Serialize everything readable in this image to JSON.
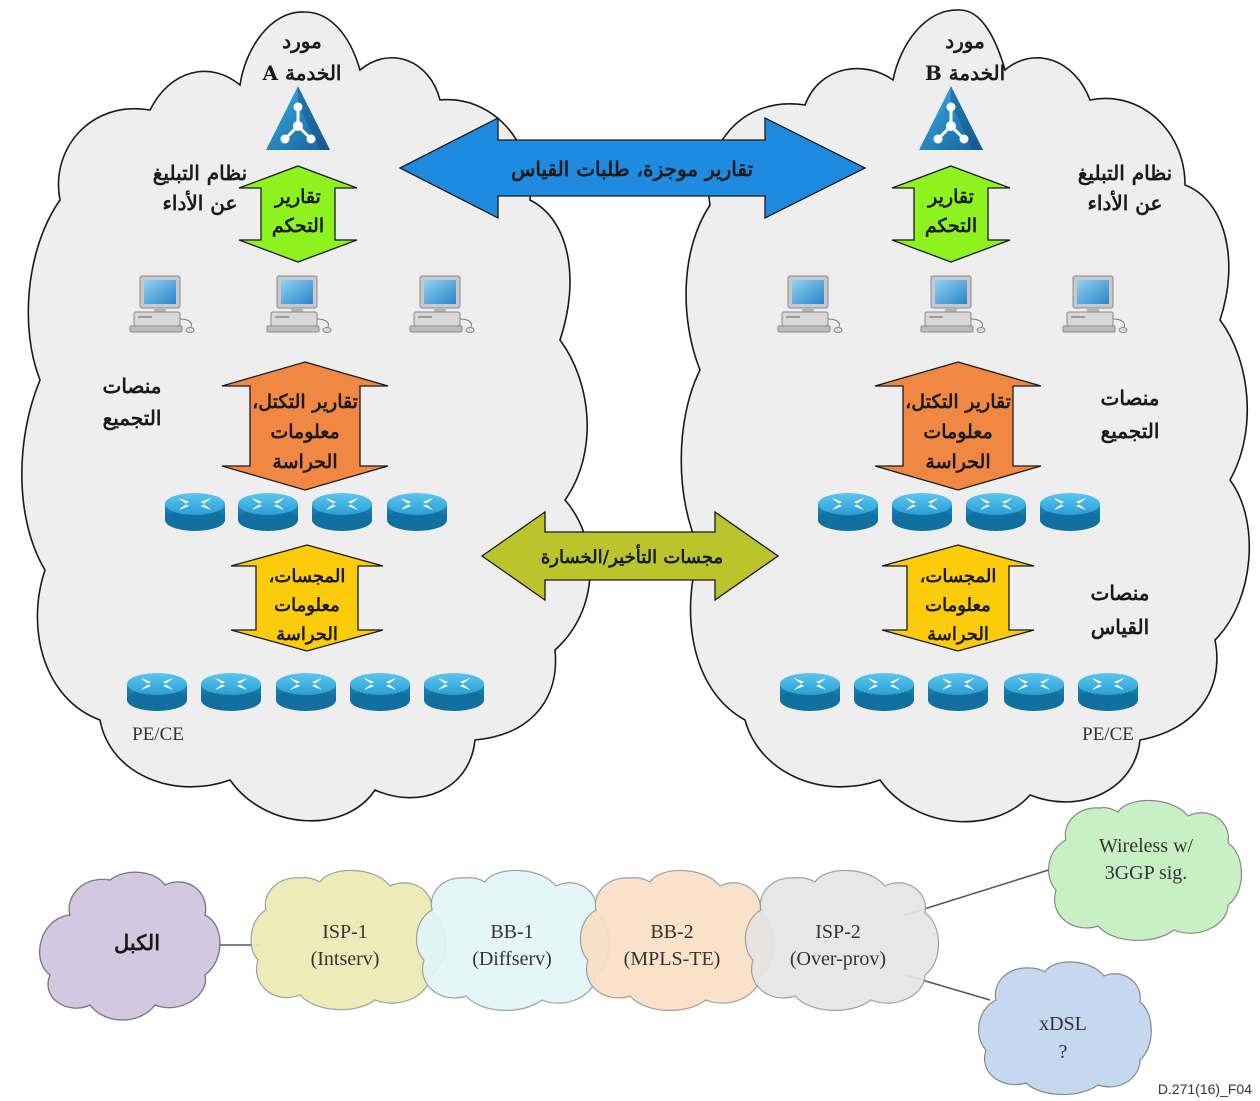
{
  "provider_a": {
    "title_line1": "مورد",
    "title_line2": "الخدمة A",
    "reporting_line1": "نظام التبليغ",
    "reporting_line2": "عن الأداء",
    "control_line1": "تقارير",
    "control_line2": "التحكم",
    "aggregation_line1": "منصات",
    "aggregation_line2": "التجميع",
    "cluster_line1": "تقارير التكتل،",
    "cluster_line2": "معلومات",
    "cluster_line3": "الحراسة",
    "probe_line1": "المجسات،",
    "probe_line2": "معلومات",
    "probe_line3": "الحراسة",
    "edge_label": "PE/CE"
  },
  "provider_b": {
    "title_line1": "مورد",
    "title_line2": "الخدمة B",
    "reporting_line1": "نظام التبليغ",
    "reporting_line2": "عن الأداء",
    "control_line1": "تقارير",
    "control_line2": "التحكم",
    "aggregation_line1": "منصات",
    "aggregation_line2": "التجميع",
    "measurement_line1": "منصات",
    "measurement_line2": "القياس",
    "cluster_line1": "تقارير التكتل،",
    "cluster_line2": "معلومات",
    "cluster_line3": "الحراسة",
    "probe_line1": "المجسات،",
    "probe_line2": "معلومات",
    "probe_line3": "الحراسة",
    "edge_label": "PE/CE"
  },
  "links": {
    "top_arrow": "تقارير موجزة، طلبات القياس",
    "mid_arrow": "مجسات التأخير/الخسارة"
  },
  "networks": [
    {
      "line1": "الكبل",
      "line2": "",
      "color": "#d3c8e0"
    },
    {
      "line1": "ISP-1",
      "line2": "(Intserv)",
      "color": "#ecebb4"
    },
    {
      "line1": "BB-1",
      "line2": "(Diffserv)",
      "color": "#e2f6f8"
    },
    {
      "line1": "BB-2",
      "line2": "(MPLS-TE)",
      "color": "#fae0c6"
    },
    {
      "line1": "ISP-2",
      "line2": "(Over-prov)",
      "color": "#e6e6e6"
    },
    {
      "line1": "Wireless w/",
      "line2": "3GGP sig.",
      "color": "#c8f0c4"
    },
    {
      "line1": "xDSL",
      "line2": "?",
      "color": "#c4d8ef"
    }
  ],
  "figure_id": "D.271(16)_F04",
  "colors": {
    "cloud_fill": "#eeeeee",
    "blue_arrow": "#1f8be0",
    "green_arrow": "#8df21e",
    "orange_arrow": "#f08844",
    "yellow_arrow": "#fccb09",
    "olive_arrow": "#bcc42c",
    "router": "#2aa3d8"
  },
  "icons": [
    "management-system-icon",
    "workstation-icon",
    "router-icon"
  ]
}
